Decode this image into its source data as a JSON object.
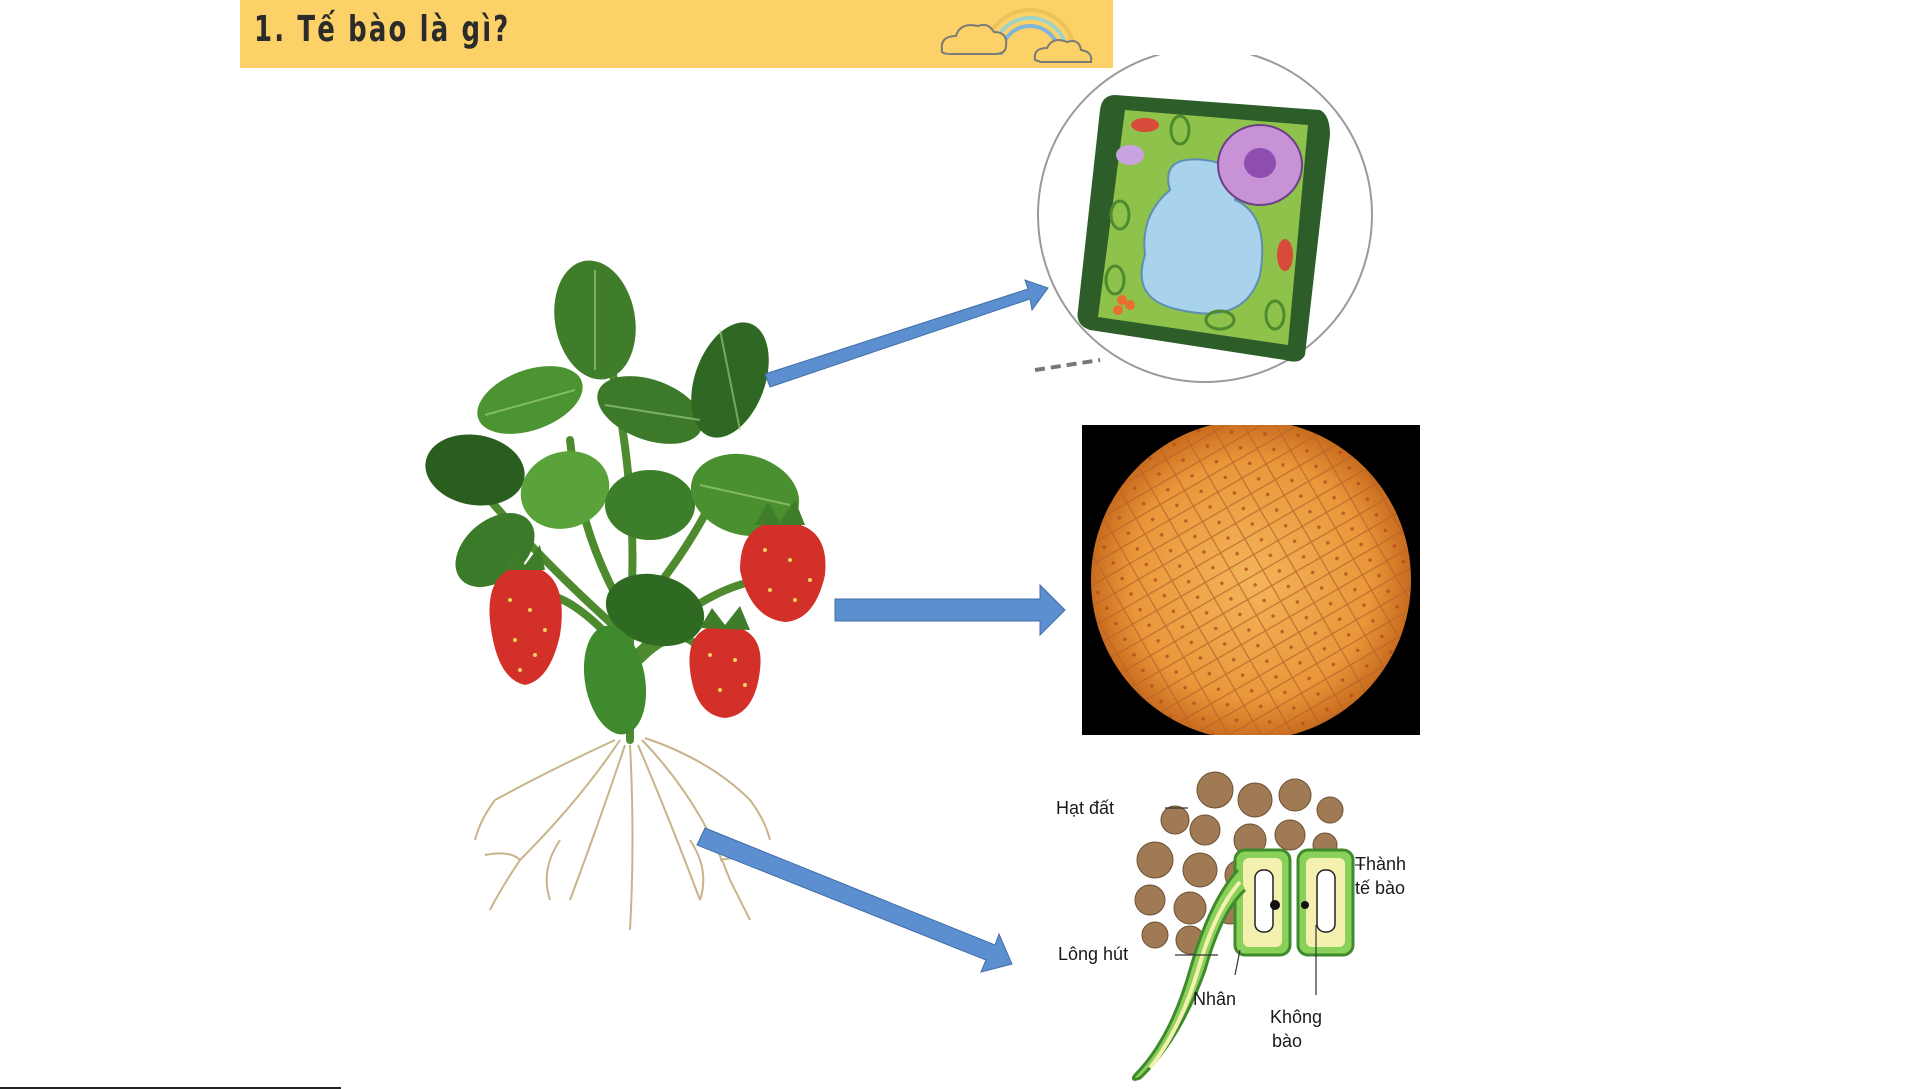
{
  "slide": {
    "title": "1. Tế bào là gì?",
    "decoration": "rainbow-cloud-icon"
  },
  "diagram": {
    "plant_illustration": "strawberry-plant",
    "targets": [
      {
        "name": "plant-cell-diagram"
      },
      {
        "name": "microscope-cell-photo"
      },
      {
        "name": "root-hair-cell-diagram"
      }
    ],
    "root_diagram_labels": {
      "soil": "Hạt đất",
      "root_hair": "Lông hút",
      "nucleus": "Nhân",
      "cell_wall_line1": "Thành",
      "cell_wall_line2": "tế bào",
      "vacuole_line1": "Không",
      "vacuole_line2": "bào"
    },
    "arrow_color": "#5b8fd0"
  }
}
